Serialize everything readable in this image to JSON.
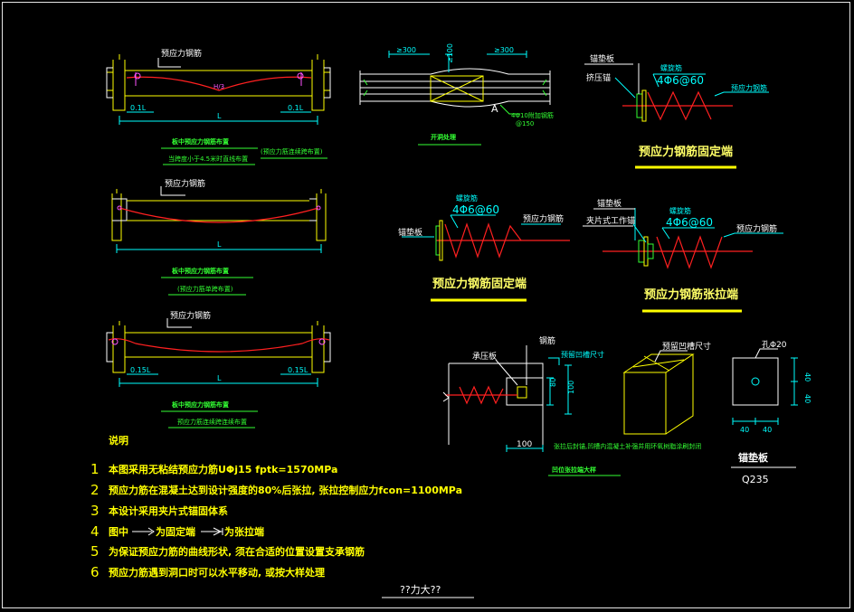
{
  "detail1": {
    "title": "板中预应力钢筋布置",
    "subtitle": "当跨度小于4.5米时直线布置",
    "note": "(预应力筋连续跨布置)",
    "label_steel": "预应力钢筋",
    "dim_left": "0.1L",
    "dim_right": "0.1L",
    "dim_span": "L",
    "mid_mark": "H/3"
  },
  "detail2": {
    "title": "板中预应力钢筋布置",
    "subtitle": "(预应力筋单跨布置)",
    "label_steel": "预应力钢筋",
    "dim_span": "L"
  },
  "detail3": {
    "title": "板中预应力钢筋布置",
    "subtitle": "预应力筋连续跨连续布置",
    "label_steel": "预应力钢筋",
    "dim_left": "0.15L",
    "dim_right": "0.15L",
    "dim_span": "L"
  },
  "opening": {
    "title": "开洞处理",
    "dim_left": "≥300",
    "dim_right": "≥300",
    "dim_vertical": "≥100",
    "label_bar": "4Φ10附加钢筋",
    "label_sub": "@150",
    "mark": "A"
  },
  "anchor_fixed_top": {
    "title": "预应力钢筋固定端",
    "label_plate": "锚垫板",
    "label_press": "挤压锚",
    "label_spiral": "螺旋筋",
    "spec": "4Φ6@60",
    "label_steel": "预应力钢筋"
  },
  "anchor_fixed_mid": {
    "title": "预应力钢筋固定端",
    "label_spiral": "螺旋筋",
    "spec": "4Φ6@60",
    "label_plate": "锚垫板",
    "label_steel": "预应力钢筋"
  },
  "anchor_tension": {
    "title": "预应力钢筋张拉端",
    "label_plate": "锚垫板",
    "label_clip": "夹片式工作锚",
    "label_spiral": "螺旋筋",
    "spec": "4Φ6@60",
    "label_steel": "预应力钢筋"
  },
  "recess": {
    "title": "凹位张拉端大样",
    "label_anchor": "承压板",
    "label_rebar": "钢筋",
    "label_top": "预留凹槽尺寸",
    "dim_bottom": "100",
    "dim_side1": "80",
    "dim_side2": "100",
    "note": "张拉后封锚,凹槽内混凝土补强并用环氧树脂涂刷封闭"
  },
  "plate": {
    "title": "锚垫板",
    "material": "Q235",
    "hole": "孔Φ20",
    "dim_w1": "40",
    "dim_w2": "40",
    "dim_h1": "40",
    "dim_h2": "40"
  },
  "notes": {
    "header": "说明",
    "items": [
      {
        "num": "1",
        "text": "本图采用无粘结预应力筋UΦj15 fptk=1570MPa"
      },
      {
        "num": "2",
        "text": "预应力筋在混凝土达到设计强度的80%后张拉, 张拉控制应力fcon=1100MPa"
      },
      {
        "num": "3",
        "text": "本设计采用夹片式锚固体系"
      },
      {
        "num": "4",
        "text": "图中",
        "text_a": "为固定端",
        "text_b": "为张拉端"
      },
      {
        "num": "5",
        "text": "为保证预应力筋的曲线形状, 须在合适的位置设置支承钢筋"
      },
      {
        "num": "6",
        "text": "预应力筋遇到洞口时可以水平移动, 或按大样处理"
      }
    ]
  },
  "footer": {
    "title": "??力大??"
  }
}
